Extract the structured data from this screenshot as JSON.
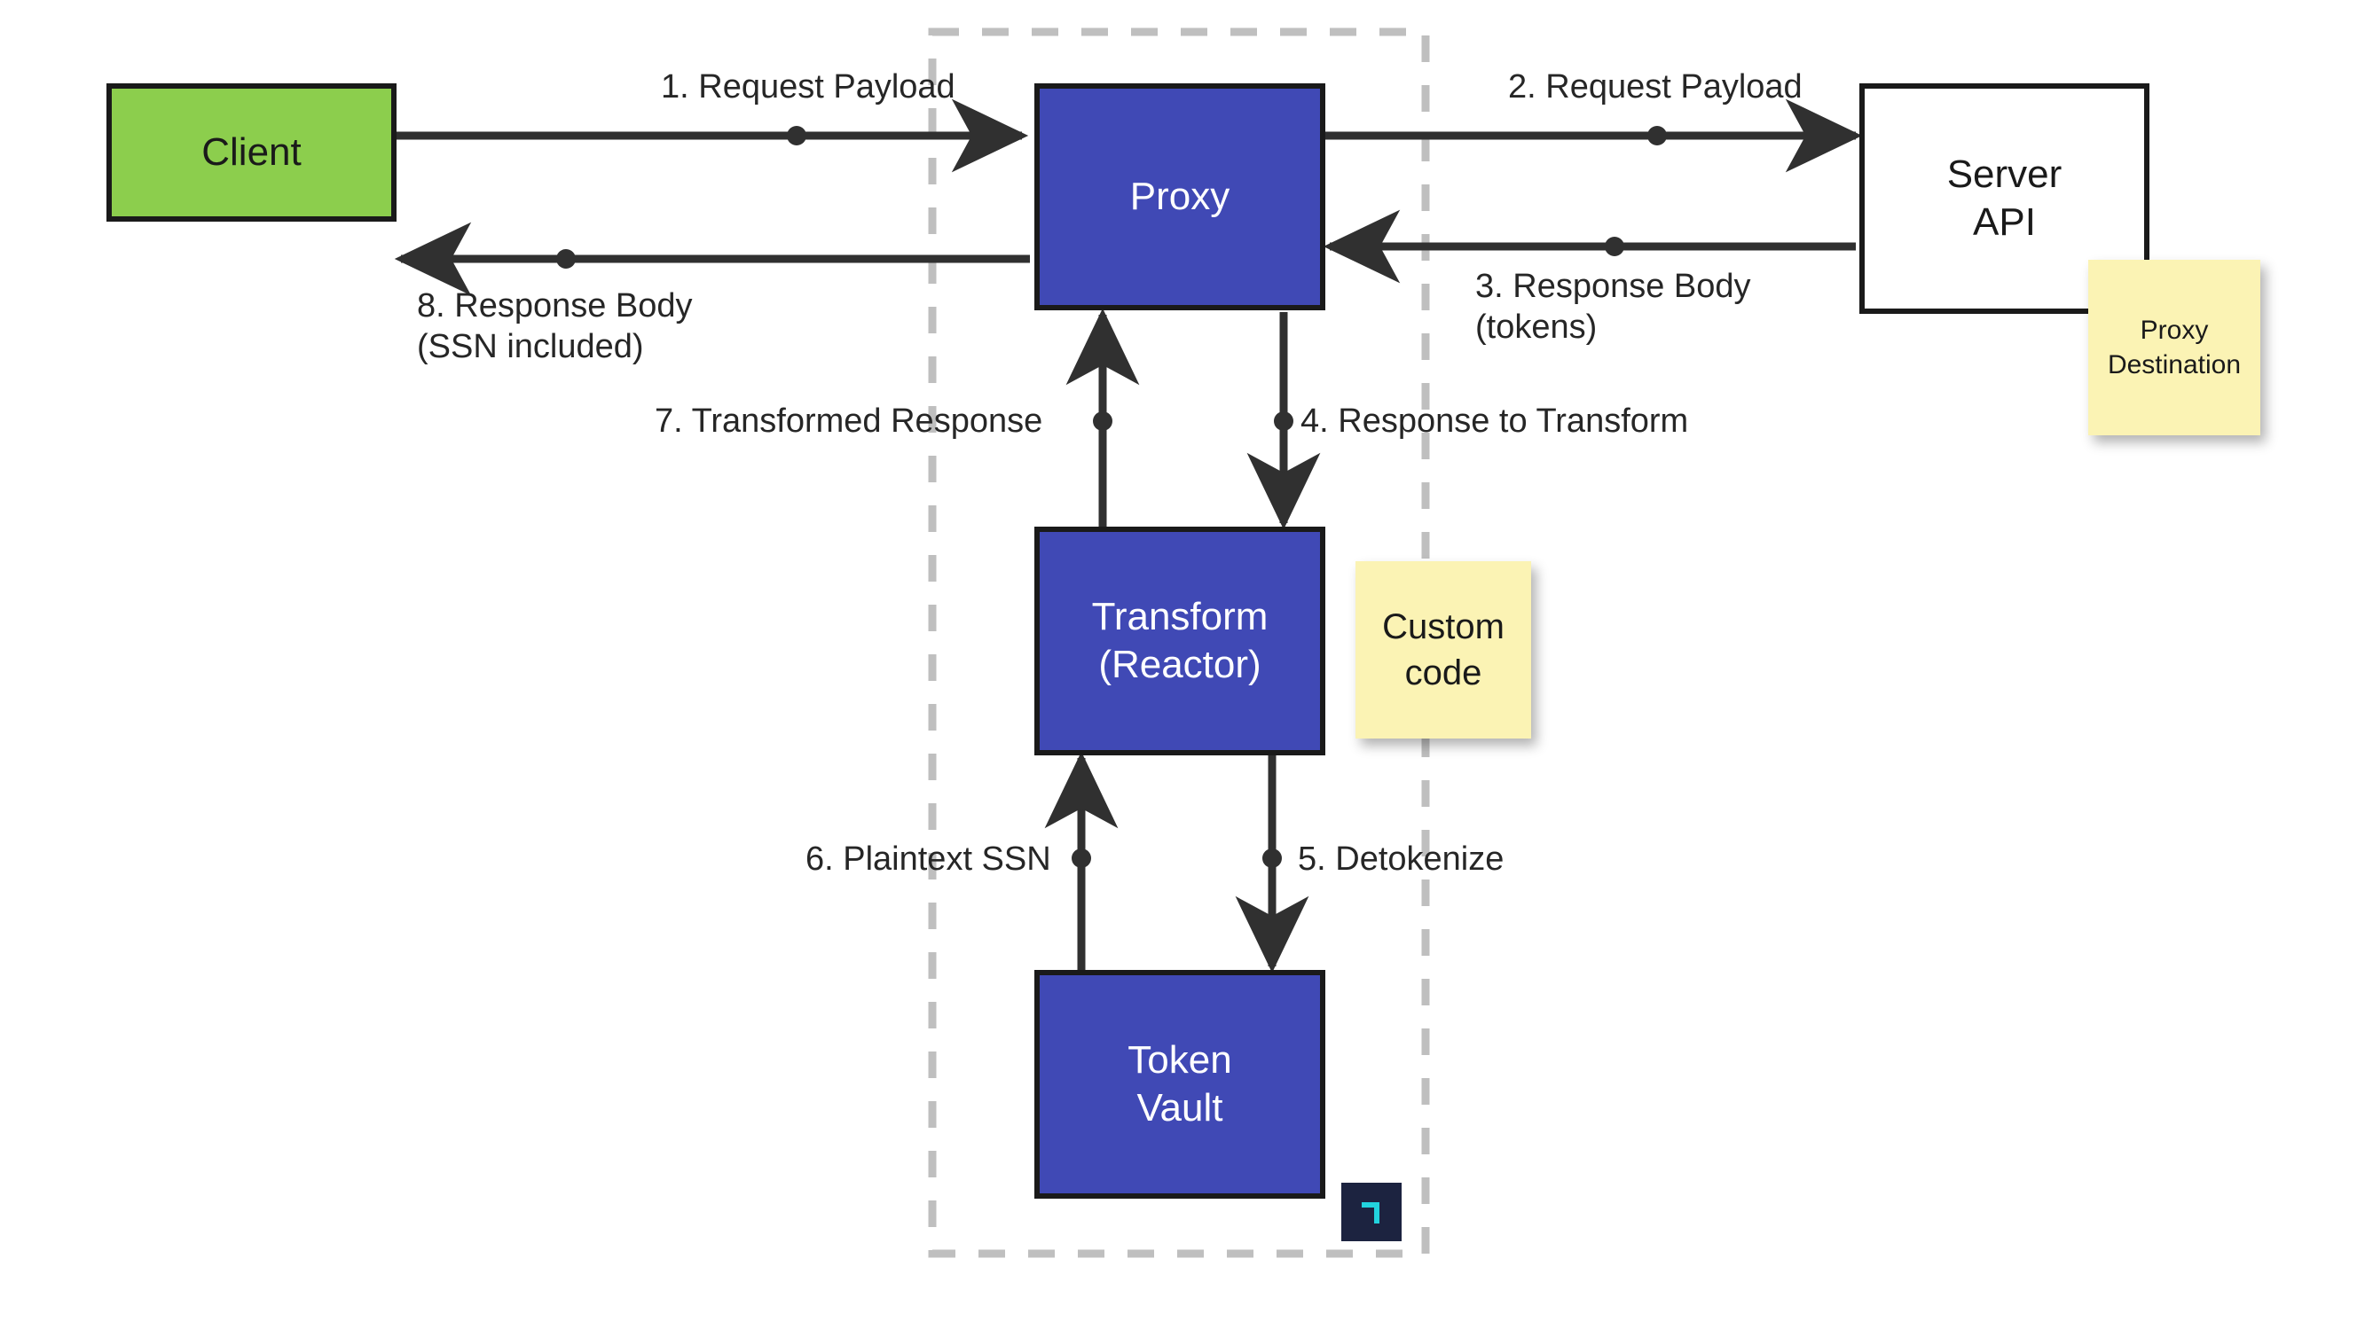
{
  "diagram": {
    "type": "architecture-flow",
    "title": "Tokenization Proxy Response Flow",
    "colors": {
      "client_fill": "#8CCE4D",
      "service_fill": "#4049B5",
      "server_fill": "#FFFFFF",
      "node_stroke": "#1A1A1A",
      "sticky_fill": "#FBF3B4",
      "boundary_stroke": "#BFBFBF",
      "arrow_stroke": "#262626",
      "logo_bg": "#1C2340",
      "logo_glyph": "#22D3DE"
    }
  },
  "nodes": {
    "client": {
      "label": "Client"
    },
    "proxy": {
      "label": "Proxy"
    },
    "server": {
      "label": "Server\nAPI"
    },
    "transform": {
      "label": "Transform\n(Reactor)"
    },
    "vault": {
      "label": "Token\nVault"
    }
  },
  "notes": {
    "proxy_destination": {
      "label": "Proxy\nDestination"
    },
    "custom_code": {
      "label": "Custom\ncode"
    }
  },
  "boundary": {
    "name": "trust-boundary",
    "style": "dashed"
  },
  "logo": {
    "glyph": "hook-logo-icon"
  },
  "edges": [
    {
      "id": "e1",
      "step": "1",
      "label": "1. Request Payload",
      "from": "client",
      "to": "proxy",
      "direction": "right"
    },
    {
      "id": "e2",
      "step": "2",
      "label": "2. Request Payload",
      "from": "proxy",
      "to": "server",
      "direction": "right"
    },
    {
      "id": "e3",
      "step": "3",
      "label": "3. Response Body\n(tokens)",
      "from": "server",
      "to": "proxy",
      "direction": "left"
    },
    {
      "id": "e4",
      "step": "4",
      "label": "4. Response to Transform",
      "from": "proxy",
      "to": "transform",
      "direction": "down"
    },
    {
      "id": "e5",
      "step": "5",
      "label": "5. Detokenize",
      "from": "transform",
      "to": "vault",
      "direction": "down"
    },
    {
      "id": "e6",
      "step": "6",
      "label": "6. Plaintext SSN",
      "from": "vault",
      "to": "transform",
      "direction": "up"
    },
    {
      "id": "e7",
      "step": "7",
      "label": "7. Transformed Response",
      "from": "transform",
      "to": "proxy",
      "direction": "up"
    },
    {
      "id": "e8",
      "step": "8",
      "label": "8. Response Body\n(SSN included)",
      "from": "proxy",
      "to": "client",
      "direction": "left"
    }
  ]
}
